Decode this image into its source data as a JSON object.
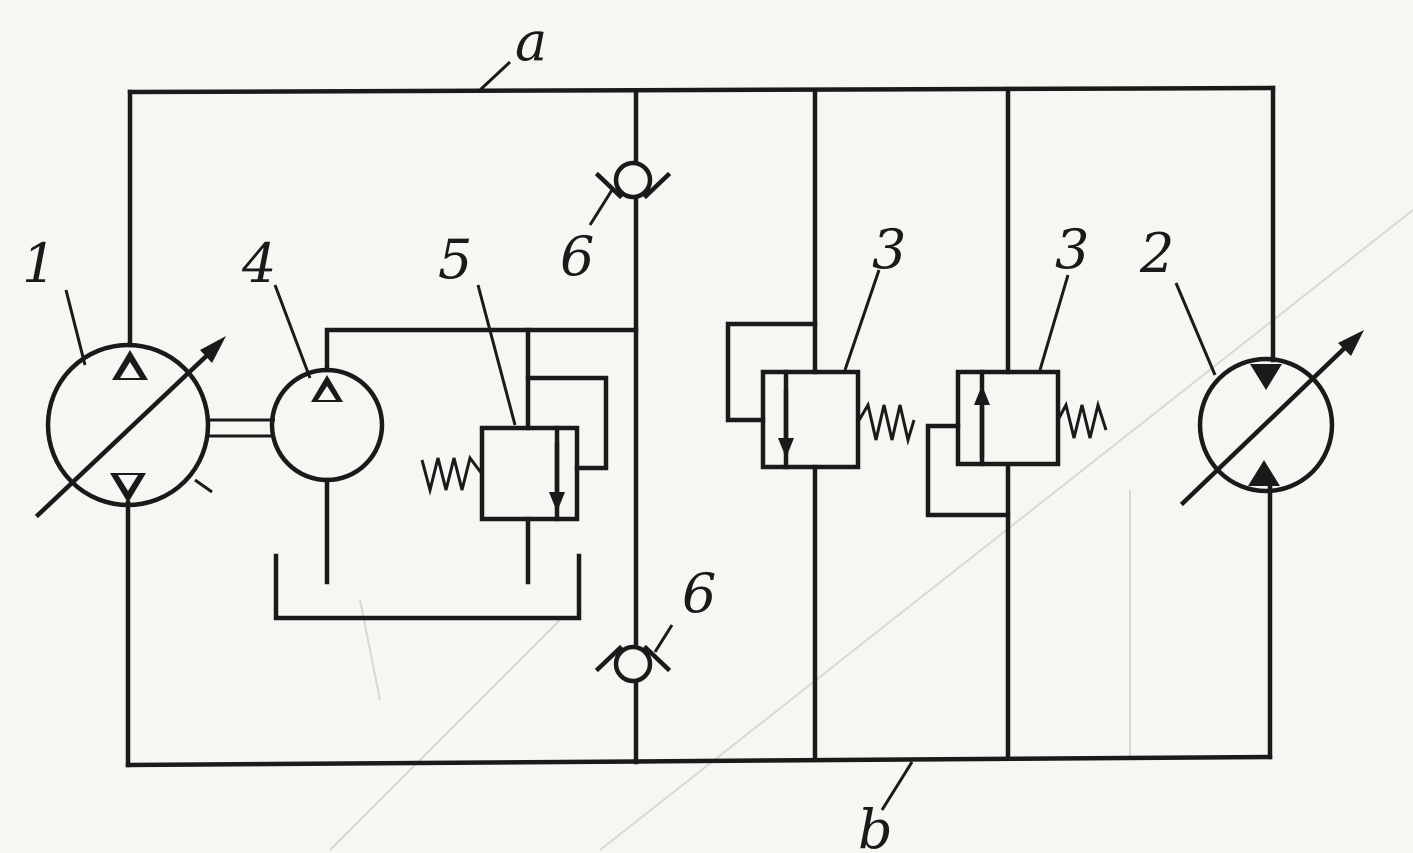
{
  "labels": {
    "line_a": "a",
    "line_b": "b",
    "pump_1": "1",
    "motor_2": "2",
    "valve_3_left": "3",
    "valve_3_right": "3",
    "pump_4": "4",
    "valve_5": "5",
    "check_6_top": "6",
    "check_6_bottom": "6"
  },
  "colors": {
    "ink": "#1a1a1a",
    "paper": "#f6f6f3"
  }
}
